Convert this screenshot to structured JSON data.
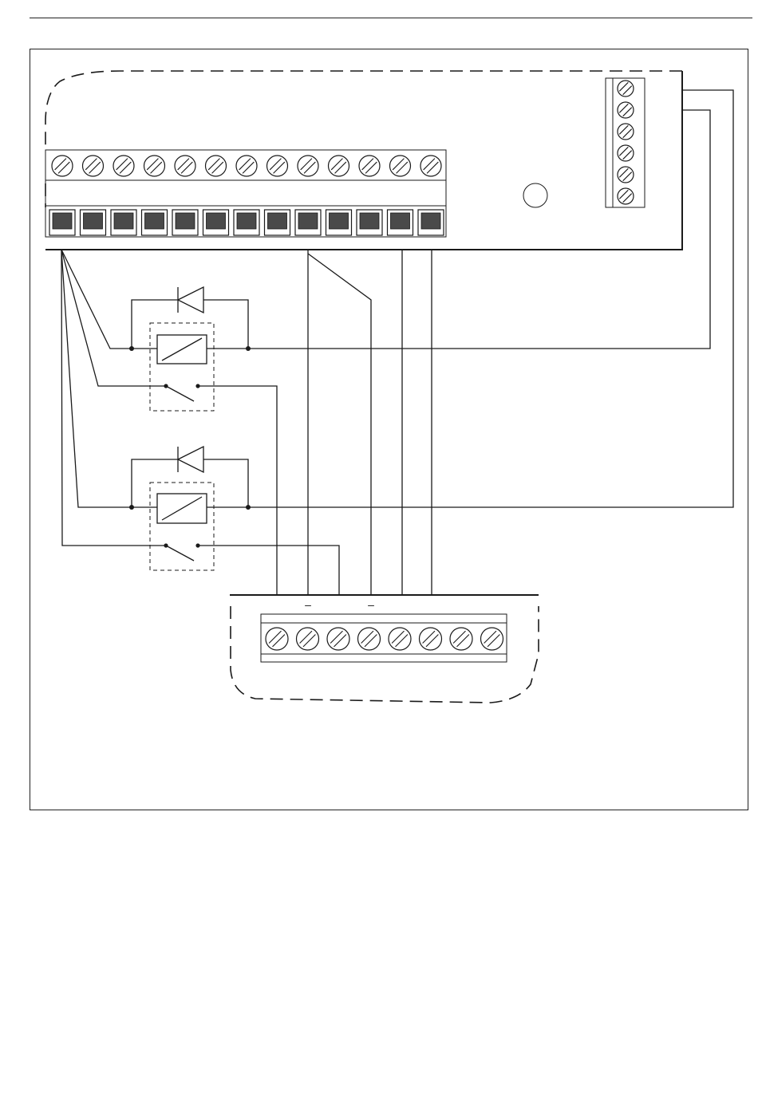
{
  "page": {
    "has_top_rule": true
  },
  "diagram": {
    "controller_unit": {
      "top_screw_terminals": 13,
      "plug_in_terminals": 13,
      "side_terminals": 6,
      "indicator": "circle"
    },
    "relays": [
      {
        "name": "relay-1",
        "coil": true,
        "freewheel_diode": true,
        "contact": "normally-open"
      },
      {
        "name": "relay-2",
        "coil": true,
        "freewheel_diode": true,
        "contact": "normally-open"
      }
    ],
    "lower_terminal_block": {
      "screw_terminals": 8,
      "markings": [
        "–",
        "–"
      ]
    },
    "colors": {
      "line": "#1a1a1a",
      "terminal_fill": "#4a4a4a",
      "background": "#ffffff"
    }
  }
}
